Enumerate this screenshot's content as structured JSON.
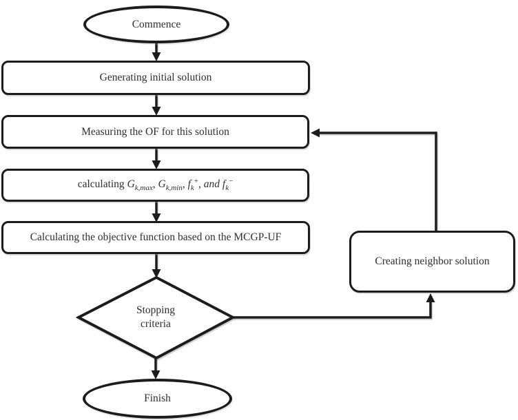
{
  "figure": {
    "type": "flowchart",
    "background": "#ffffff",
    "stroke_color": "#1c1c1c",
    "text_color": "#2e2e2e",
    "shadow_color": "#9a9a9a",
    "nodes": {
      "commence": {
        "shape": "ellipse",
        "label": "Commence"
      },
      "generate": {
        "shape": "rounded-rect",
        "label": "Generating initial solution"
      },
      "measure": {
        "shape": "rounded-rect",
        "label": "Measuring the OF for this solution"
      },
      "calculate": {
        "shape": "rounded-rect",
        "label_text": "calculating Gk,max, Gk,min, fk+, and fk−",
        "label_html": "calculating <i>G<sub>k,max</sub></i>, <i>G<sub>k,min</sub></i>, <i>f<sub>k</sub></i><sup>+</sup>, <i>and</i> <i>f<sub>k</sub></i><sup>−</sup>"
      },
      "objective": {
        "shape": "rounded-rect",
        "label": "Calculating the objective function based on the MCGP-UF"
      },
      "stopping": {
        "shape": "diamond",
        "label": "Stopping criteria"
      },
      "neighbor": {
        "shape": "rounded-rect",
        "label": "Creating neighbor solution"
      },
      "finish": {
        "shape": "ellipse",
        "label": "Finish"
      }
    },
    "edges": [
      {
        "from": "commence",
        "to": "generate"
      },
      {
        "from": "generate",
        "to": "measure"
      },
      {
        "from": "measure",
        "to": "calculate"
      },
      {
        "from": "calculate",
        "to": "objective"
      },
      {
        "from": "objective",
        "to": "stopping"
      },
      {
        "from": "stopping",
        "to": "finish"
      },
      {
        "from": "stopping",
        "to": "neighbor"
      },
      {
        "from": "neighbor",
        "to": "measure"
      }
    ]
  }
}
